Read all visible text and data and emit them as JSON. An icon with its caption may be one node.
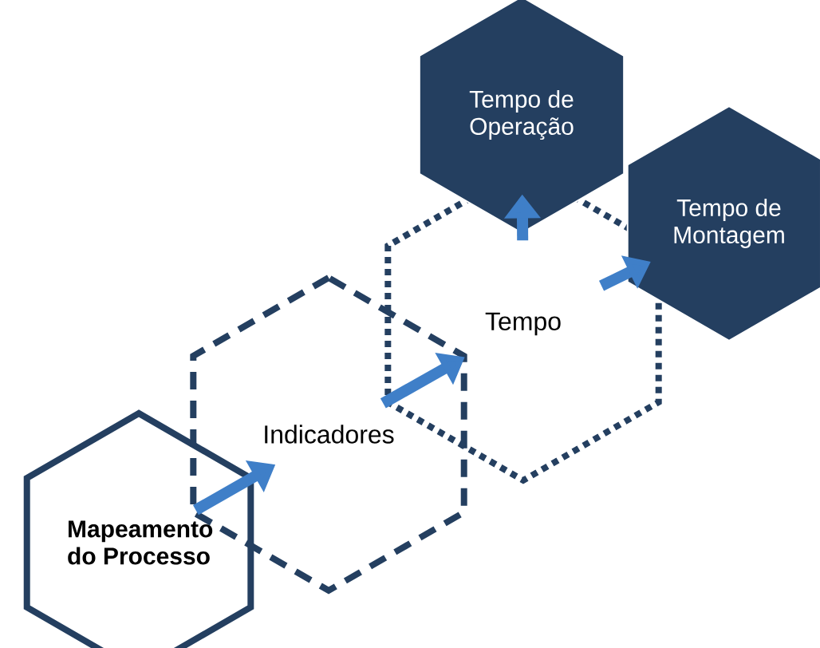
{
  "diagram": {
    "nodes": [
      {
        "text": [
          "Mapeamento do Processo"
        ]
      },
      {
        "text": [
          "Indicadores"
        ]
      },
      {
        "text": [
          "Tempo"
        ]
      },
      {
        "text": [
          "Tempo de Operação"
        ]
      },
      {
        "text": [
          "Tempo de Montagem"
        ]
      }
    ],
    "edges": [
      {
        "from": 0,
        "to": 1,
        "arrow": "to"
      },
      {
        "from": 1,
        "to": 2,
        "arrow": "to"
      },
      {
        "from": 2,
        "to": 3,
        "arrow": "to"
      },
      {
        "from": 2,
        "to": 4,
        "arrow": "to"
      }
    ]
  }
}
